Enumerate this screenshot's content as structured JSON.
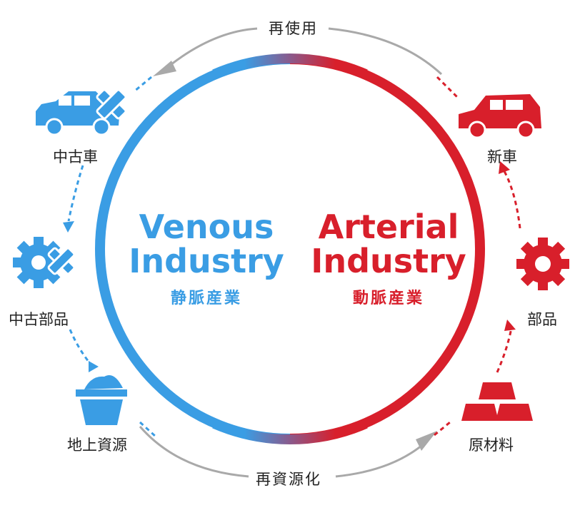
{
  "top_label": "再使用",
  "bottom_label": "再資源化",
  "venous": {
    "line1": "Venous",
    "line2": "Industry",
    "ja": "静脈産業"
  },
  "arterial": {
    "line1": "Arterial",
    "line2": "Industry",
    "ja": "動脈産業"
  },
  "nodes": {
    "used_car": "中古車",
    "used_parts": "中古部品",
    "ground_resources": "地上資源",
    "new_car": "新車",
    "parts": "部品",
    "raw_materials": "原材料"
  },
  "colors": {
    "blue": "#3a9de4",
    "red": "#d81f2b",
    "gray": "#a9a9a9",
    "mix": "#8a5a8c"
  },
  "icons": [
    "used-car-icon",
    "used-gear-icon",
    "ground-resources-basket-icon",
    "new-car-icon",
    "gear-icon",
    "gold-bars-icon"
  ]
}
